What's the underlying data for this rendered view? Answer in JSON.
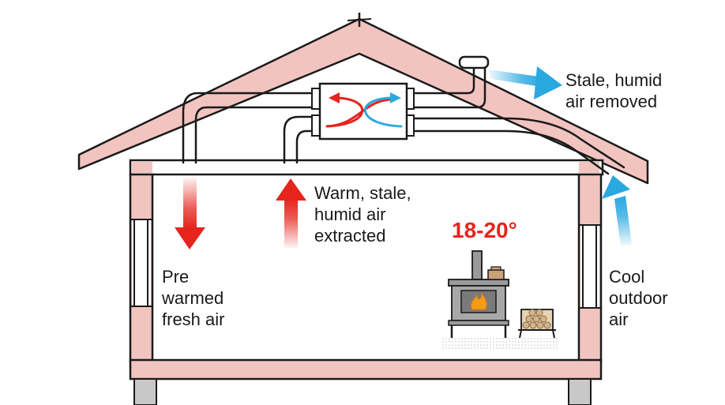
{
  "labels": {
    "stale_air": [
      "Stale, humid",
      "air removed"
    ],
    "extracted": [
      "Warm, stale,",
      "humid air",
      "extracted"
    ],
    "prewarmed": [
      "Pre",
      "warmed",
      "fresh air"
    ],
    "outdoor": [
      "Cool",
      "outdoor",
      "air"
    ],
    "temperature": "18-20°"
  },
  "colors": {
    "roof_insulation": "#f2c4c0",
    "outline": "#1a1a1a",
    "warm_air": "#e5241d",
    "cool_air": "#2aa8e0",
    "stove": "#9a9a9a",
    "flame": "#f39c12"
  }
}
